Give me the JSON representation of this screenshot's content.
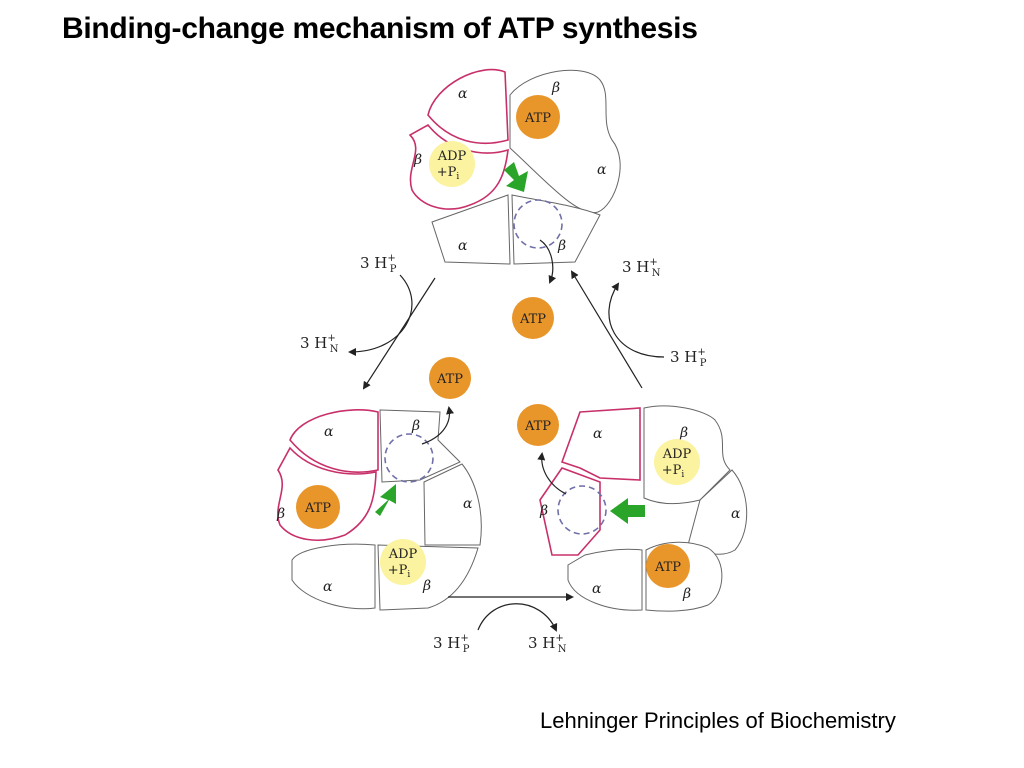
{
  "title": "Binding-change mechanism of ATP synthesis",
  "credit": "Lehninger Principles of Biochemistry",
  "labels": {
    "alpha": "α",
    "beta": "β",
    "atp": "ATP",
    "adp": "ADP",
    "pi": "+P",
    "pi_sub": "i",
    "proton_count": "3 H",
    "plus": "+",
    "side_p": "P",
    "side_n": "N"
  },
  "colors": {
    "atp_fill": "#e8952a",
    "adp_fill": "#fbf3a0",
    "open_rim": "#c8306a",
    "green_arrow": "#2aa52a",
    "outline": "#666666",
    "dashed": "#7070a8"
  }
}
